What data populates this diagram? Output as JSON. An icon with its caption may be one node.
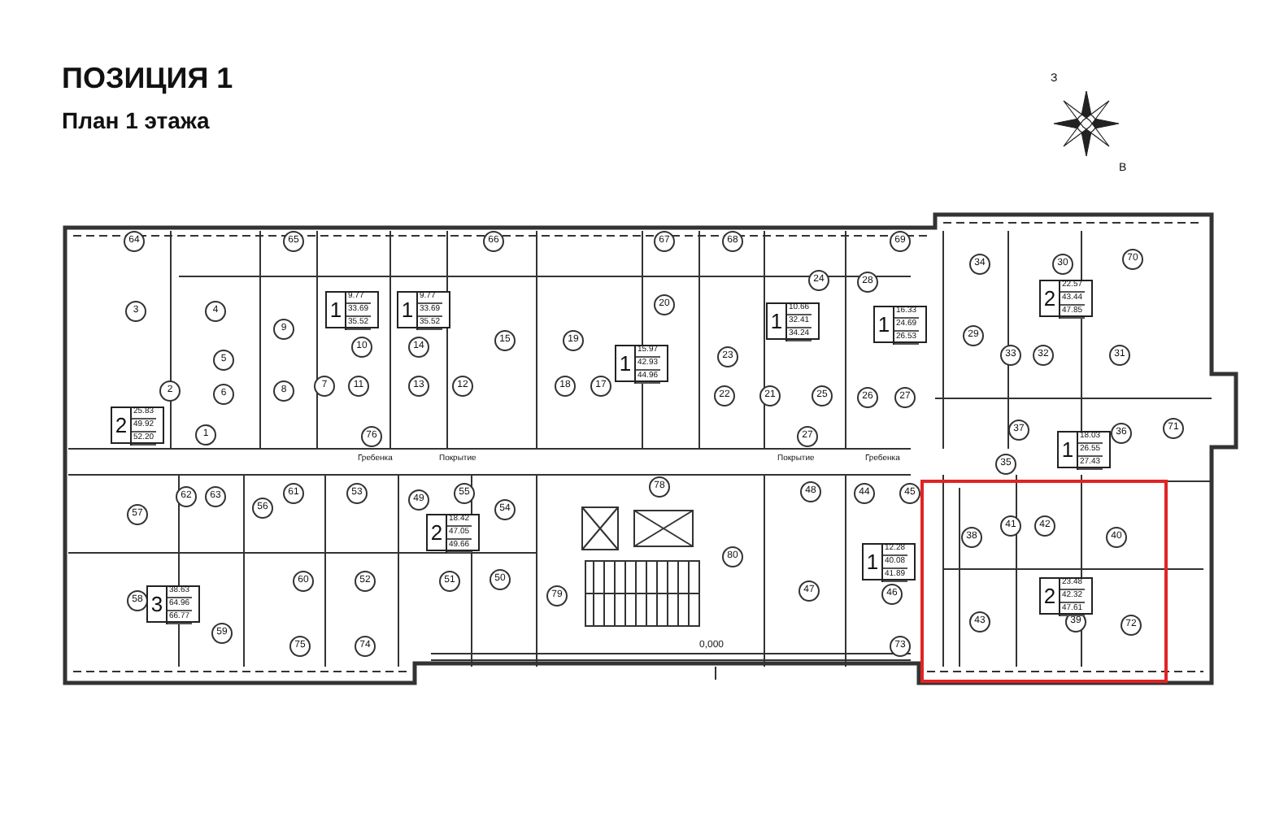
{
  "diagram": {
    "title": "ПОЗИЦИЯ 1",
    "nodes": [
      {
        "text": [
          "64"
        ]
      },
      {
        "text": [
          "65"
        ]
      },
      {
        "text": [
          "66"
        ]
      },
      {
        "text": [
          "67"
        ]
      },
      {
        "text": [
          "68"
        ]
      },
      {
        "text": [
          "69"
        ]
      },
      {
        "text": [
          "34"
        ]
      },
      {
        "text": [
          "30"
        ]
      },
      {
        "text": [
          "70"
        ]
      },
      {
        "text": [
          "24"
        ]
      },
      {
        "text": [
          "28"
        ]
      },
      {
        "text": [
          "20"
        ]
      },
      {
        "text": [
          "3"
        ]
      },
      {
        "text": [
          "4"
        ]
      },
      {
        "text": [
          "9"
        ]
      },
      {
        "text": [
          "10"
        ]
      },
      {
        "text": [
          "14"
        ]
      },
      {
        "text": [
          "15"
        ]
      },
      {
        "text": [
          "19"
        ]
      },
      {
        "text": [
          "29"
        ]
      },
      {
        "text": [
          "23"
        ]
      },
      {
        "text": [
          "33"
        ]
      },
      {
        "text": [
          "32"
        ]
      },
      {
        "text": [
          "31"
        ]
      },
      {
        "text": [
          "5"
        ]
      },
      {
        "text": [
          "11"
        ]
      },
      {
        "text": [
          "13"
        ]
      },
      {
        "text": [
          "12"
        ]
      },
      {
        "text": [
          "18"
        ]
      },
      {
        "text": [
          "17"
        ]
      },
      {
        "text": [
          "7"
        ]
      },
      {
        "text": [
          "2"
        ]
      },
      {
        "text": [
          "8"
        ]
      },
      {
        "text": [
          "6"
        ]
      },
      {
        "text": [
          "22"
        ]
      },
      {
        "text": [
          "21"
        ]
      },
      {
        "text": [
          "25"
        ]
      },
      {
        "text": [
          "26"
        ]
      },
      {
        "text": [
          "27"
        ]
      },
      {
        "text": [
          "71"
        ]
      },
      {
        "text": [
          "37"
        ]
      },
      {
        "text": [
          "36"
        ]
      },
      {
        "text": [
          "1"
        ]
      },
      {
        "text": [
          "76"
        ]
      },
      {
        "text": [
          "27"
        ]
      },
      {
        "text": [
          "35"
        ]
      },
      {
        "text": [
          "78"
        ]
      },
      {
        "text": [
          "61"
        ]
      },
      {
        "text": [
          "53"
        ]
      },
      {
        "text": [
          "55"
        ]
      },
      {
        "text": [
          "48"
        ]
      },
      {
        "text": [
          "44"
        ]
      },
      {
        "text": [
          "45"
        ]
      },
      {
        "text": [
          "62"
        ]
      },
      {
        "text": [
          "63"
        ]
      },
      {
        "text": [
          "49"
        ]
      },
      {
        "text": [
          "56"
        ]
      },
      {
        "text": [
          "54"
        ]
      },
      {
        "text": [
          "57"
        ]
      },
      {
        "text": [
          "41"
        ]
      },
      {
        "text": [
          "42"
        ]
      },
      {
        "text": [
          "38"
        ]
      },
      {
        "text": [
          "40"
        ]
      },
      {
        "text": [
          "80"
        ]
      },
      {
        "text": [
          "50"
        ]
      },
      {
        "text": [
          "60"
        ]
      },
      {
        "text": [
          "52"
        ]
      },
      {
        "text": [
          "51"
        ]
      },
      {
        "text": [
          "47"
        ]
      },
      {
        "text": [
          "46"
        ]
      },
      {
        "text": [
          "79"
        ]
      },
      {
        "text": [
          "58"
        ]
      },
      {
        "text": [
          "43"
        ]
      },
      {
        "text": [
          "39"
        ]
      },
      {
        "text": [
          "72"
        ]
      },
      {
        "text": [
          "59"
        ]
      },
      {
        "text": [
          "75"
        ]
      },
      {
        "text": [
          "74"
        ]
      },
      {
        "text": [
          "73"
        ]
      },
      {
        "text": [
          "2",
          "25.83",
          "49.92",
          "52.20"
        ]
      },
      {
        "text": [
          "1",
          "9.77",
          "33.69",
          "35.52"
        ]
      },
      {
        "text": [
          "1",
          "9.77",
          "33.69",
          "35.52"
        ]
      },
      {
        "text": [
          "1",
          "15.97",
          "42.93",
          "44.96"
        ]
      },
      {
        "text": [
          "1",
          "10.66",
          "32.41",
          "34.24"
        ]
      },
      {
        "text": [
          "1",
          "16.33",
          "24.69",
          "26.53"
        ]
      },
      {
        "text": [
          "2",
          "22.57",
          "43.44",
          "47.85"
        ]
      },
      {
        "text": [
          "1",
          "18.03",
          "26.55",
          "27.43"
        ]
      },
      {
        "text": [
          "3",
          "38.63",
          "64.96",
          "66.77"
        ]
      },
      {
        "text": [
          "2",
          "18.42",
          "47.05",
          "49.66"
        ]
      },
      {
        "text": [
          "1",
          "12.28",
          "40.08",
          "41.89"
        ]
      },
      {
        "text": [
          "2",
          "23.48",
          "42.32",
          "47.61"
        ]
      }
    ],
    "edges": [],
    "labels": [
      "План 1 этажа",
      "З",
      "В",
      "Гребенка",
      "Покрытие",
      "Покрытие",
      "Гребенка",
      "0,000"
    ]
  }
}
